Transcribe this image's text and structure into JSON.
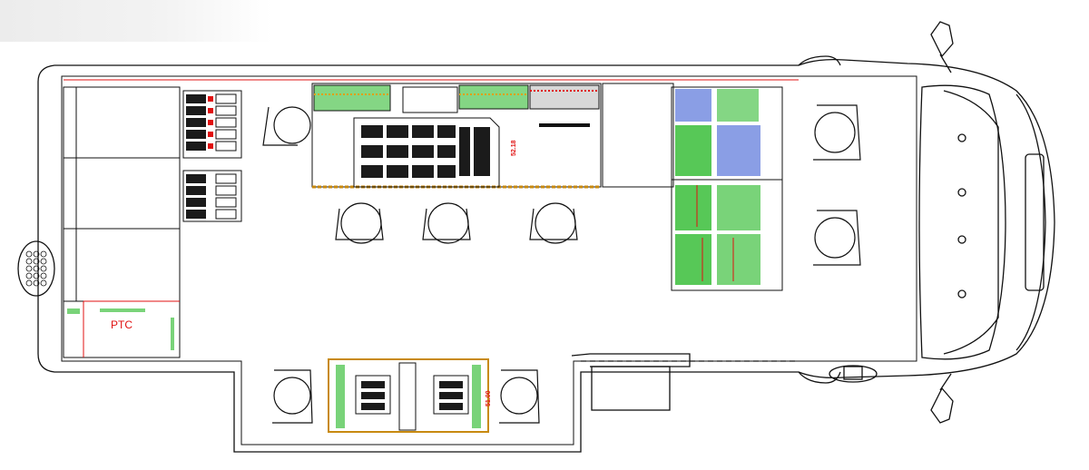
{
  "image_type": "technical floor-plan drawing",
  "labels": {
    "ptc": "PTC",
    "dimension_console": "52.18",
    "dimension_audio": "51.00"
  },
  "colors": {
    "outline": "#111111",
    "equipment_green": "#1fb51f",
    "accent_red": "#e01010",
    "desk_orange": "#c88a10",
    "panel_dark": "#1b1b1b",
    "rack_blue": "#2a4fd0"
  }
}
